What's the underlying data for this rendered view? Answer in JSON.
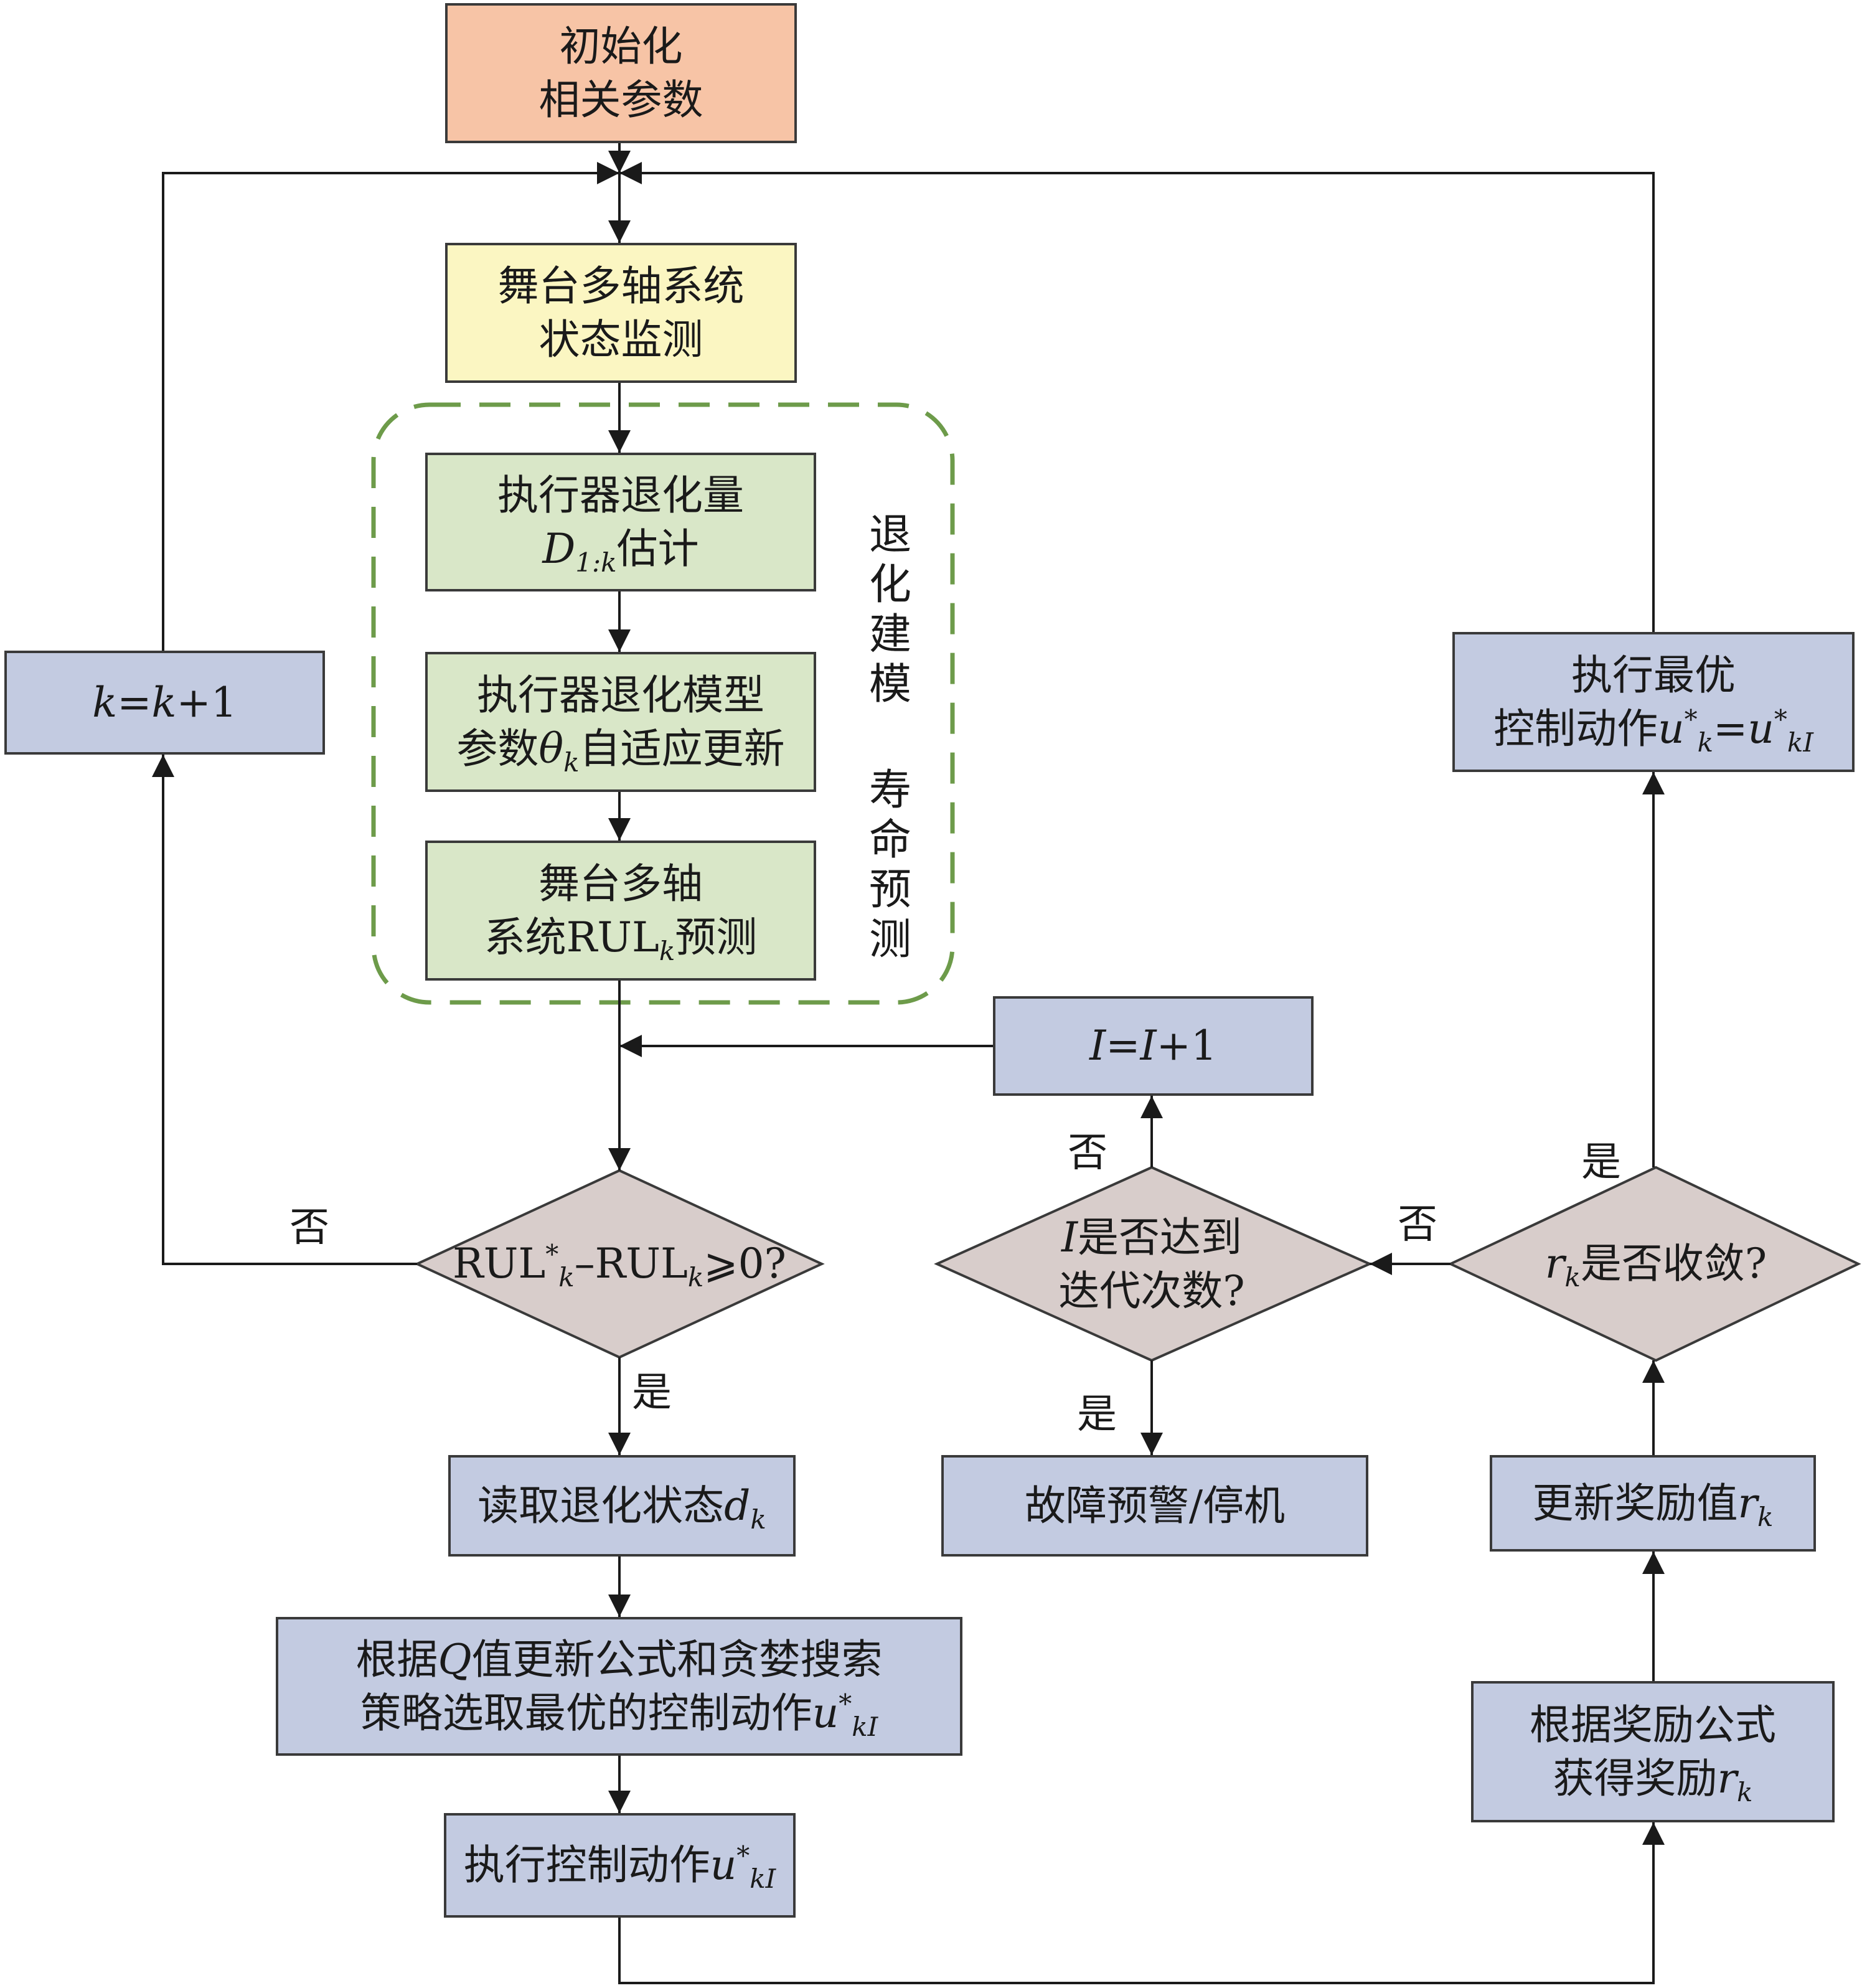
{
  "nodes": {
    "init": [
      "初始化",
      "相关参数"
    ],
    "monitor": [
      "舞台多轴系统",
      "状态监测"
    ],
    "degrad_est": {
      "line1": "执行器退化量",
      "d_letter": "D",
      "d_sub": "1:k",
      "line2_suffix": "估计"
    },
    "model_update": {
      "line1": "执行器退化模型",
      "prefix": "参数",
      "theta": "θ",
      "theta_sub": "k",
      "suffix": "自适应更新"
    },
    "rul_predict": {
      "line1": "舞台多轴",
      "prefix": "系统RUL",
      "sub": "k",
      "suffix": "预测"
    },
    "k_update": {
      "k": "k",
      "eq": "=",
      "k2": "k",
      "plus1": "+1"
    },
    "rul_check": {
      "a": "RUL",
      "a_sup": "*",
      "a_sub": "k",
      "mid": "–RUL",
      "b_sub": "k",
      "tail": "⩾0?"
    },
    "read_state": {
      "text": "读取退化状态",
      "d": "d",
      "d_sub": "k"
    },
    "select_action": {
      "line1_a": "根据",
      "q": "Q",
      "line1_b": "值更新公式和贪婪搜索",
      "line2": "策略选取最优的控制动作",
      "u": "u",
      "u_sup": "*",
      "u_sub": "kI"
    },
    "exec_action": {
      "text": "执行控制动作",
      "u": "u",
      "u_sup": "*",
      "u_sub": "kI"
    },
    "i_update": {
      "i": "I",
      "eq": "=",
      "i2": "I",
      "plus1": "+1"
    },
    "iter_check": {
      "i": "I",
      "line1": "是否达到",
      "line2": "迭代次数?"
    },
    "fault": "故障预警/停机",
    "converge_check": {
      "r": "r",
      "r_sub": "k",
      "text": "是否收敛?"
    },
    "exec_optimal": {
      "line1": "执行最优",
      "line2": "控制动作",
      "u": "u",
      "u_sup": "*",
      "u_sub": "k",
      "eq": "=",
      "u2": "u",
      "u2_sup": "*",
      "u2_sub": "kI"
    },
    "update_reward": {
      "text": "更新奖励值",
      "r": "r",
      "r_sub": "k"
    },
    "get_reward": {
      "line1": "根据奖励公式",
      "line2": "获得奖励",
      "r": "r",
      "r_sub": "k"
    }
  },
  "group_label": [
    "退",
    "化",
    "建",
    "模",
    "寿",
    "命",
    "预",
    "测"
  ],
  "edge_labels": {
    "rul_no": "否",
    "rul_yes": "是",
    "iter_no": "否",
    "iter_yes": "是",
    "conv_no": "否",
    "conv_yes": "是"
  },
  "colors": {
    "orange": "#f7c4a6",
    "yellow": "#fbf6c2",
    "green": "#d9e7c8",
    "blue": "#c3cbe1",
    "diamond": "#d8cdcb",
    "dashed_border": "#6d9b4a"
  }
}
